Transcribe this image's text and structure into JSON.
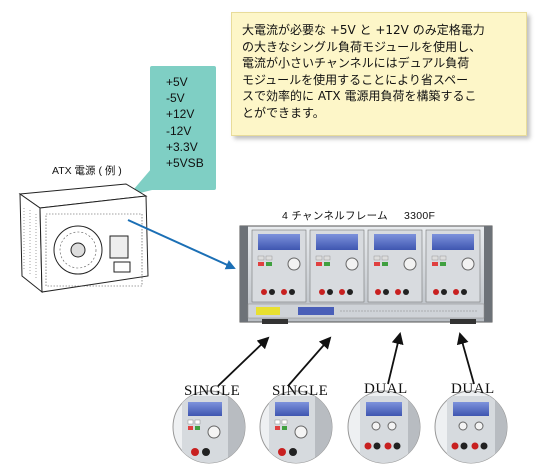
{
  "note": {
    "lines": [
      "大電流が必要な +5V と +12V のみ定格電力",
      "の大きなシングル負荷モジュールを使用し、",
      "電流が小さいチャンネルにはデュアル負荷",
      "モジュールを使用することにより省スペー",
      "スで効率的に ATX 電源用負荷を構築するこ",
      "とができます。"
    ]
  },
  "psu": {
    "label": "ATX 電源 ( 例 )",
    "rails": [
      "+5V",
      "-5V",
      "+12V",
      "-12V",
      "+3.3V",
      "+5VSB"
    ]
  },
  "frame": {
    "label": "4 チャンネルフレーム",
    "model": "3300F"
  },
  "modules": [
    {
      "label": "SINGLE"
    },
    {
      "label": "SINGLE"
    },
    {
      "label": "DUAL"
    },
    {
      "label": "DUAL"
    }
  ],
  "colors": {
    "note_bg": "#fdf6c8",
    "rail_box": "#7fcfc4",
    "arrow_blue": "#1b6fb5",
    "lcd_blue": "#5a73c8"
  }
}
